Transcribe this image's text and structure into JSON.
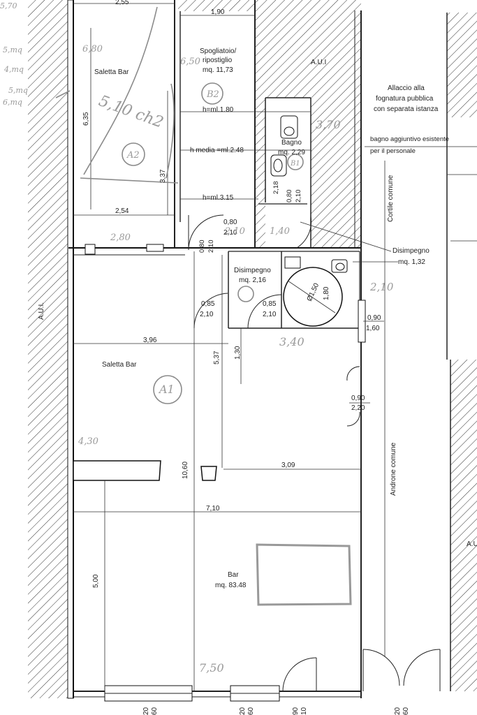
{
  "rooms": {
    "saletta_bar_top": "Saletta Bar",
    "spogliatoio_1": "Spogliatoio/",
    "spogliatoio_2": "ripostiglio",
    "spogliatoio_area": "mq. 11,73",
    "aui_top": "A.U.I",
    "allaccio_1": "Allaccio alla",
    "allaccio_2": "fognatura pubblica",
    "allaccio_3": "con separata istanza",
    "bagno_agg_1": "bagno aggiuntivo esistente",
    "bagno_agg_2": "per il personale",
    "bagno": "Bagno",
    "bagno_area": "mq. 2,29",
    "cortile": "Cortile comune",
    "disimpegno_right": "Disimpegno",
    "disimpegno_right_area": "mq. 1,32",
    "disimpegno_left": "Disimpegno",
    "disimpegno_left_area": "mq. 2,16",
    "saletta_bar_mid": "Saletta Bar",
    "aui_left": "A.U.I.",
    "androne": "Androne comune",
    "bar": "Bar",
    "bar_area": "mq. 83.48",
    "aui_right": "A.U"
  },
  "heights": {
    "h1": "h=ml.1.80",
    "h_media": "h media =ml.2.48",
    "h3": "h=ml.3.15"
  },
  "dimensions": {
    "d_255": "2,55",
    "d_190": "1,90",
    "d_635": "6,35",
    "d_337": "3,37",
    "d_254": "2,54",
    "d_080_210_a": "0,80",
    "d_080_210_b": "2,10",
    "d_218": "2,18",
    "d_080v": "0,80",
    "d_210v": "2,10",
    "d_080h": "0,80",
    "d_210h": "2,10",
    "d_085a": "0,85",
    "d_210a": "2,10",
    "d_085b": "0,85",
    "d_210b": "2,10",
    "d_150": "Ø1,50",
    "d_180": "1,80",
    "d_090a": "0,90",
    "d_160": "1,60",
    "d_396": "3,96",
    "d_537": "5,37",
    "d_130": "1,30",
    "d_090b": "0,90",
    "d_220": "2,20",
    "d_309": "3,09",
    "d_1060": "10,60",
    "d_710": "7,10",
    "d_500": "5,00",
    "win1_a": "20",
    "win1_b": "60",
    "win2_a": "20",
    "win2_b": "60",
    "win3_a": "90",
    "win3_b": "10",
    "win4_a": "20",
    "win4_b": "60"
  },
  "handwritten": {
    "A2": "A2",
    "B2": "B2",
    "A1": "A1",
    "B1": "B1",
    "h680": "6,80",
    "h650": "6,50",
    "area_top": "5,10 ch2",
    "h280": "2,80",
    "h210a": "2,10",
    "h140": "1,40",
    "h370": "3,70",
    "h340": "3,40",
    "h210b": "2,10",
    "h430": "4,30",
    "h750": "7,50",
    "m1": "5,70",
    "m2": "5,mq",
    "m3": "4,mq",
    "m4": "5,mq",
    "m5": "6,mq"
  }
}
